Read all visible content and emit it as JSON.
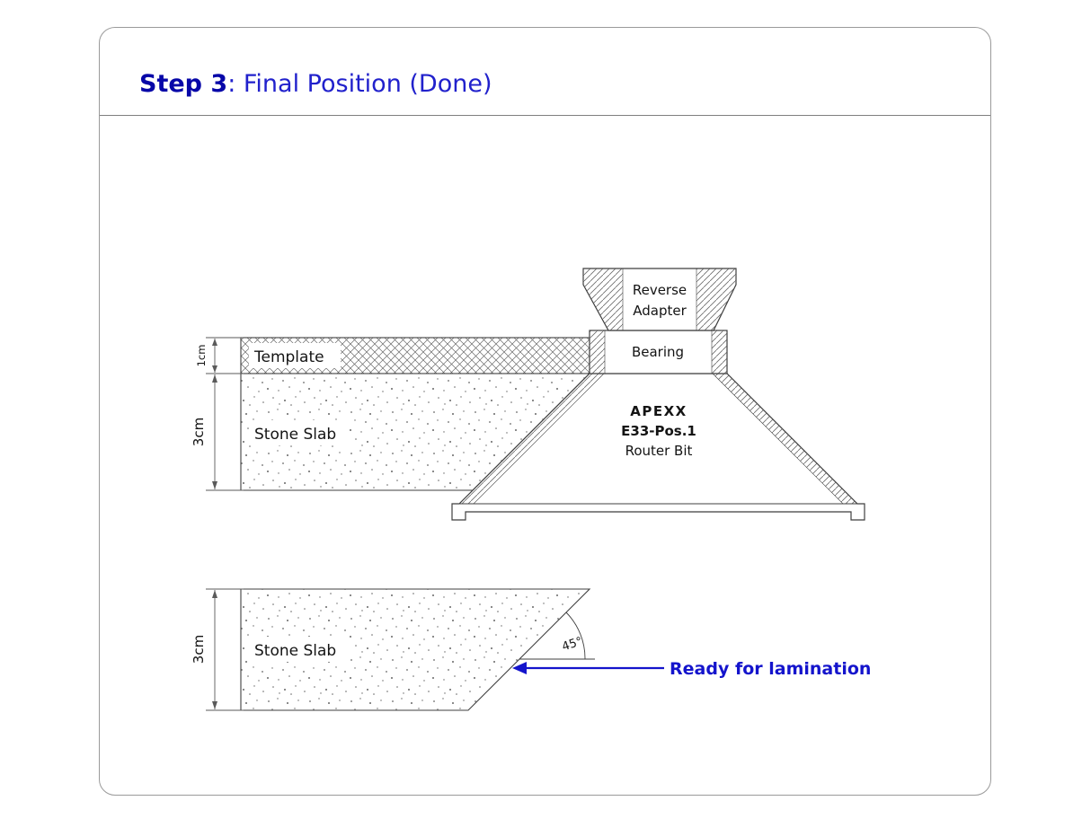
{
  "title": {
    "step": "Step 3",
    "rest": ": Final Position (Done)"
  },
  "colors": {
    "title_step": "#0707a8",
    "title_rest": "#2121cc",
    "callout_blue": "#1414cc",
    "diagram_line": "#3f3f3f"
  },
  "top_diagram": {
    "adapter_line1": "Reverse",
    "adapter_line2": "Adapter",
    "bearing_label": "Bearing",
    "template_label": "Template",
    "stone_slab_label": "Stone Slab",
    "dim_template": "1cm",
    "dim_slab": "3cm",
    "bit_brand": "APEXX",
    "bit_model": "E33-Pos.1",
    "bit_name": "Router Bit"
  },
  "bottom_diagram": {
    "stone_slab_label": "Stone Slab",
    "dim_slab": "3cm",
    "angle_label": "45°",
    "callout": "Ready for lamination"
  }
}
